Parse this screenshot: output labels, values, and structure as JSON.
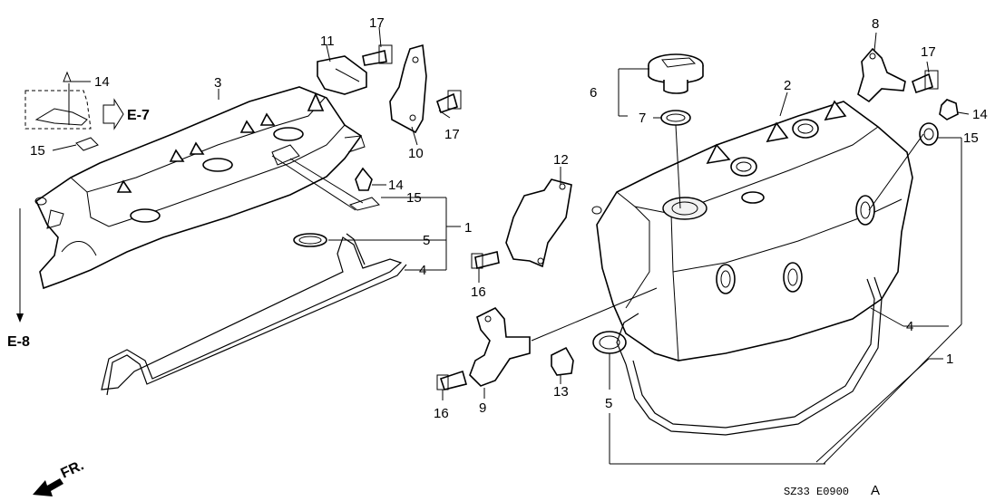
{
  "diagram": {
    "part_numbers": {
      "p1a": "1",
      "p1b": "1",
      "p2": "2",
      "p3": "3",
      "p4a": "4",
      "p4b": "4",
      "p5a": "5",
      "p5b": "5",
      "p6": "6",
      "p7": "7",
      "p8": "8",
      "p9": "9",
      "p10": "10",
      "p11": "11",
      "p12": "12",
      "p13": "13",
      "p14a": "14",
      "p14b": "14",
      "p14c": "14",
      "p15a": "15",
      "p15b": "15",
      "p15c": "15",
      "p16a": "16",
      "p16b": "16",
      "p17a": "17",
      "p17b": "17",
      "p17c": "17"
    },
    "refs": {
      "e7": "E-7",
      "e8": "E-8"
    },
    "front_label": "FR.",
    "footer_code": "SZ33  E0900",
    "footer_suffix": "A"
  }
}
